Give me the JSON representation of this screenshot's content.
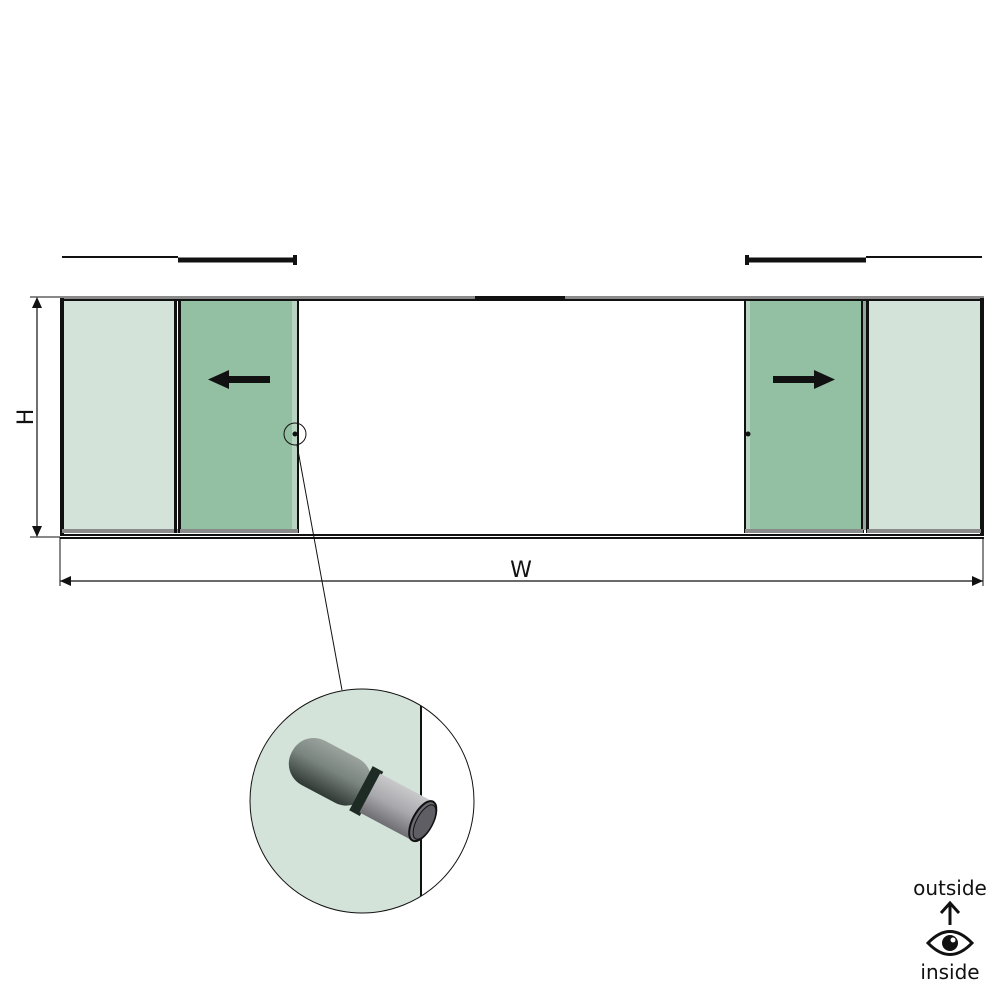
{
  "diagram": {
    "type": "sliding-door-elevation",
    "dimensions": {
      "height_label": "H",
      "width_label": "W"
    },
    "panels": [
      {
        "name": "fixed-left",
        "kind": "fixed",
        "color": "#d3e3d9"
      },
      {
        "name": "sliding-left",
        "kind": "sliding",
        "direction": "left",
        "color": "#93bfa2"
      },
      {
        "name": "opening",
        "kind": "open"
      },
      {
        "name": "sliding-right",
        "kind": "sliding",
        "direction": "right",
        "color": "#93bfa2"
      },
      {
        "name": "fixed-right",
        "kind": "fixed",
        "color": "#d3e3d9"
      }
    ],
    "detail": {
      "subject": "handle-knob-detail",
      "background": "#d3e3d9"
    },
    "orientation": {
      "top_label": "outside",
      "bottom_label": "inside",
      "arrow": "up-arrow",
      "icon": "eye-icon"
    }
  },
  "colors": {
    "fixed_glass": "#d3e3d9",
    "sliding_glass": "#93bfa2",
    "frame": "#111111",
    "rail": "#8a8a8a"
  }
}
